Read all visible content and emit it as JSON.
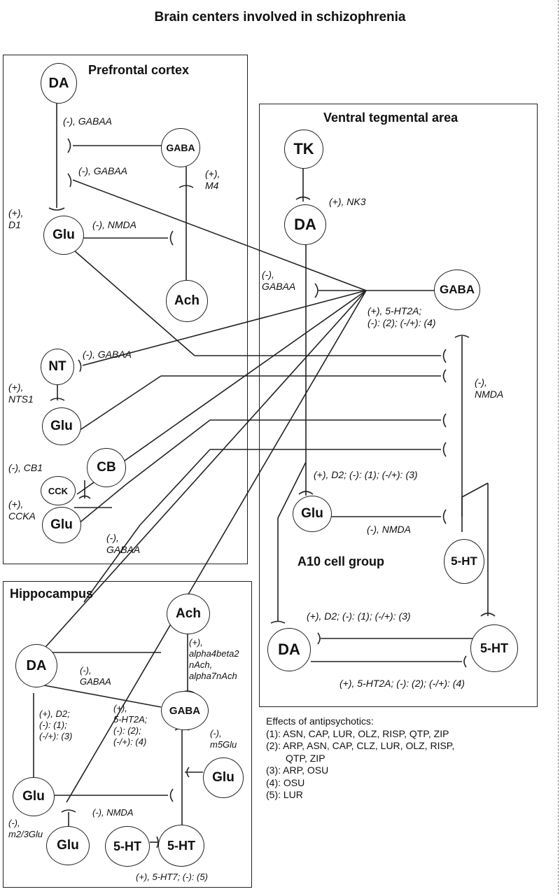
{
  "title": "Brain centers involved in schizophrenia",
  "regions": {
    "prefrontal": "Prefrontal cortex",
    "vta": "Ventral tegmental area",
    "hippocampus": "Hippocampus",
    "a10": "A10 cell group"
  },
  "nodes": {
    "pfc_da": "DA",
    "pfc_gaba": "GABA",
    "pfc_glu1": "Glu",
    "pfc_ach": "Ach",
    "pfc_nt": "NT",
    "pfc_glu2": "Glu",
    "pfc_cb": "CB",
    "pfc_cck": "CCK",
    "pfc_glu3": "Glu",
    "vta_tk": "TK",
    "vta_da": "DA",
    "vta_gaba": "GABA",
    "vta_glu": "Glu",
    "vta_5ht": "5-HT",
    "vta_da2": "DA",
    "vta_5ht2": "5-HT",
    "hip_ach": "Ach",
    "hip_da": "DA",
    "hip_gaba": "GABA",
    "hip_glu1": "Glu",
    "hip_glu2": "Glu",
    "hip_glu3": "Glu",
    "hip_5ht1": "5-HT",
    "hip_5ht2": "5-HT"
  },
  "labels": {
    "pfc_gabaa1": "(-), GABAA",
    "pfc_gabaa2": "(-), GABAA",
    "pfc_m4": [
      "(+),",
      "M4"
    ],
    "pfc_d1": [
      "(+),",
      "D1"
    ],
    "pfc_nmda": "(-), NMDA",
    "pfc_gabaa3": "(-), GABAA",
    "pfc_nts1": [
      "(+),",
      "NTS1"
    ],
    "pfc_cb1": "(-), CB1",
    "pfc_ccka": [
      "(+),",
      "CCKA"
    ],
    "pfc_gabaa4": [
      "(-),",
      "GABAA"
    ],
    "vta_nk3": "(+), NK3",
    "vta_gabaa": [
      "(-),",
      "GABAA"
    ],
    "vta_5ht2a": [
      "(+), 5-HT2A;",
      "(-): (2); (-/+): (4)"
    ],
    "vta_nmda1": [
      "(-),",
      "NMDA"
    ],
    "vta_d2a": "(+), D2; (-): (1); (-/+): (3)",
    "vta_nmda2": "(-), NMDA",
    "vta_d2b": "(+), D2; (-): (1); (-/+): (3)",
    "vta_5ht2a_b": "(+), 5-HT2A; (-): (2); (-/+): (4)",
    "hip_ach_rec": [
      "(+),",
      "alpha4beta2",
      "nAch,",
      "alpha7nAch"
    ],
    "hip_gabaa": [
      "(-),",
      "GABAA"
    ],
    "hip_d2": [
      "(+), D2;",
      "(-): (1);",
      "(-/+): (3)"
    ],
    "hip_5ht2a": [
      "(+),",
      "5-HT2A;",
      "(-): (2);",
      "(-/+): (4)"
    ],
    "hip_m5glu": [
      "(-),",
      "m5Glu"
    ],
    "hip_nmda": "(-), NMDA",
    "hip_m23glu": [
      "(-),",
      "m2/3Glu"
    ],
    "hip_5ht7": "(+), 5-HT7; (-): (5)"
  },
  "legend": {
    "title": "Effects of antipsychotics:",
    "items": [
      "(1): ASN, CAP, LUR, OLZ, RISP, QTP, ZIP",
      "(2): ARP, ASN, CAP, CLZ, LUR, OLZ, RISP,",
      "       QTP, ZIP",
      "(3): ARP, OSU",
      "(4): OSU",
      "(5): LUR"
    ]
  }
}
